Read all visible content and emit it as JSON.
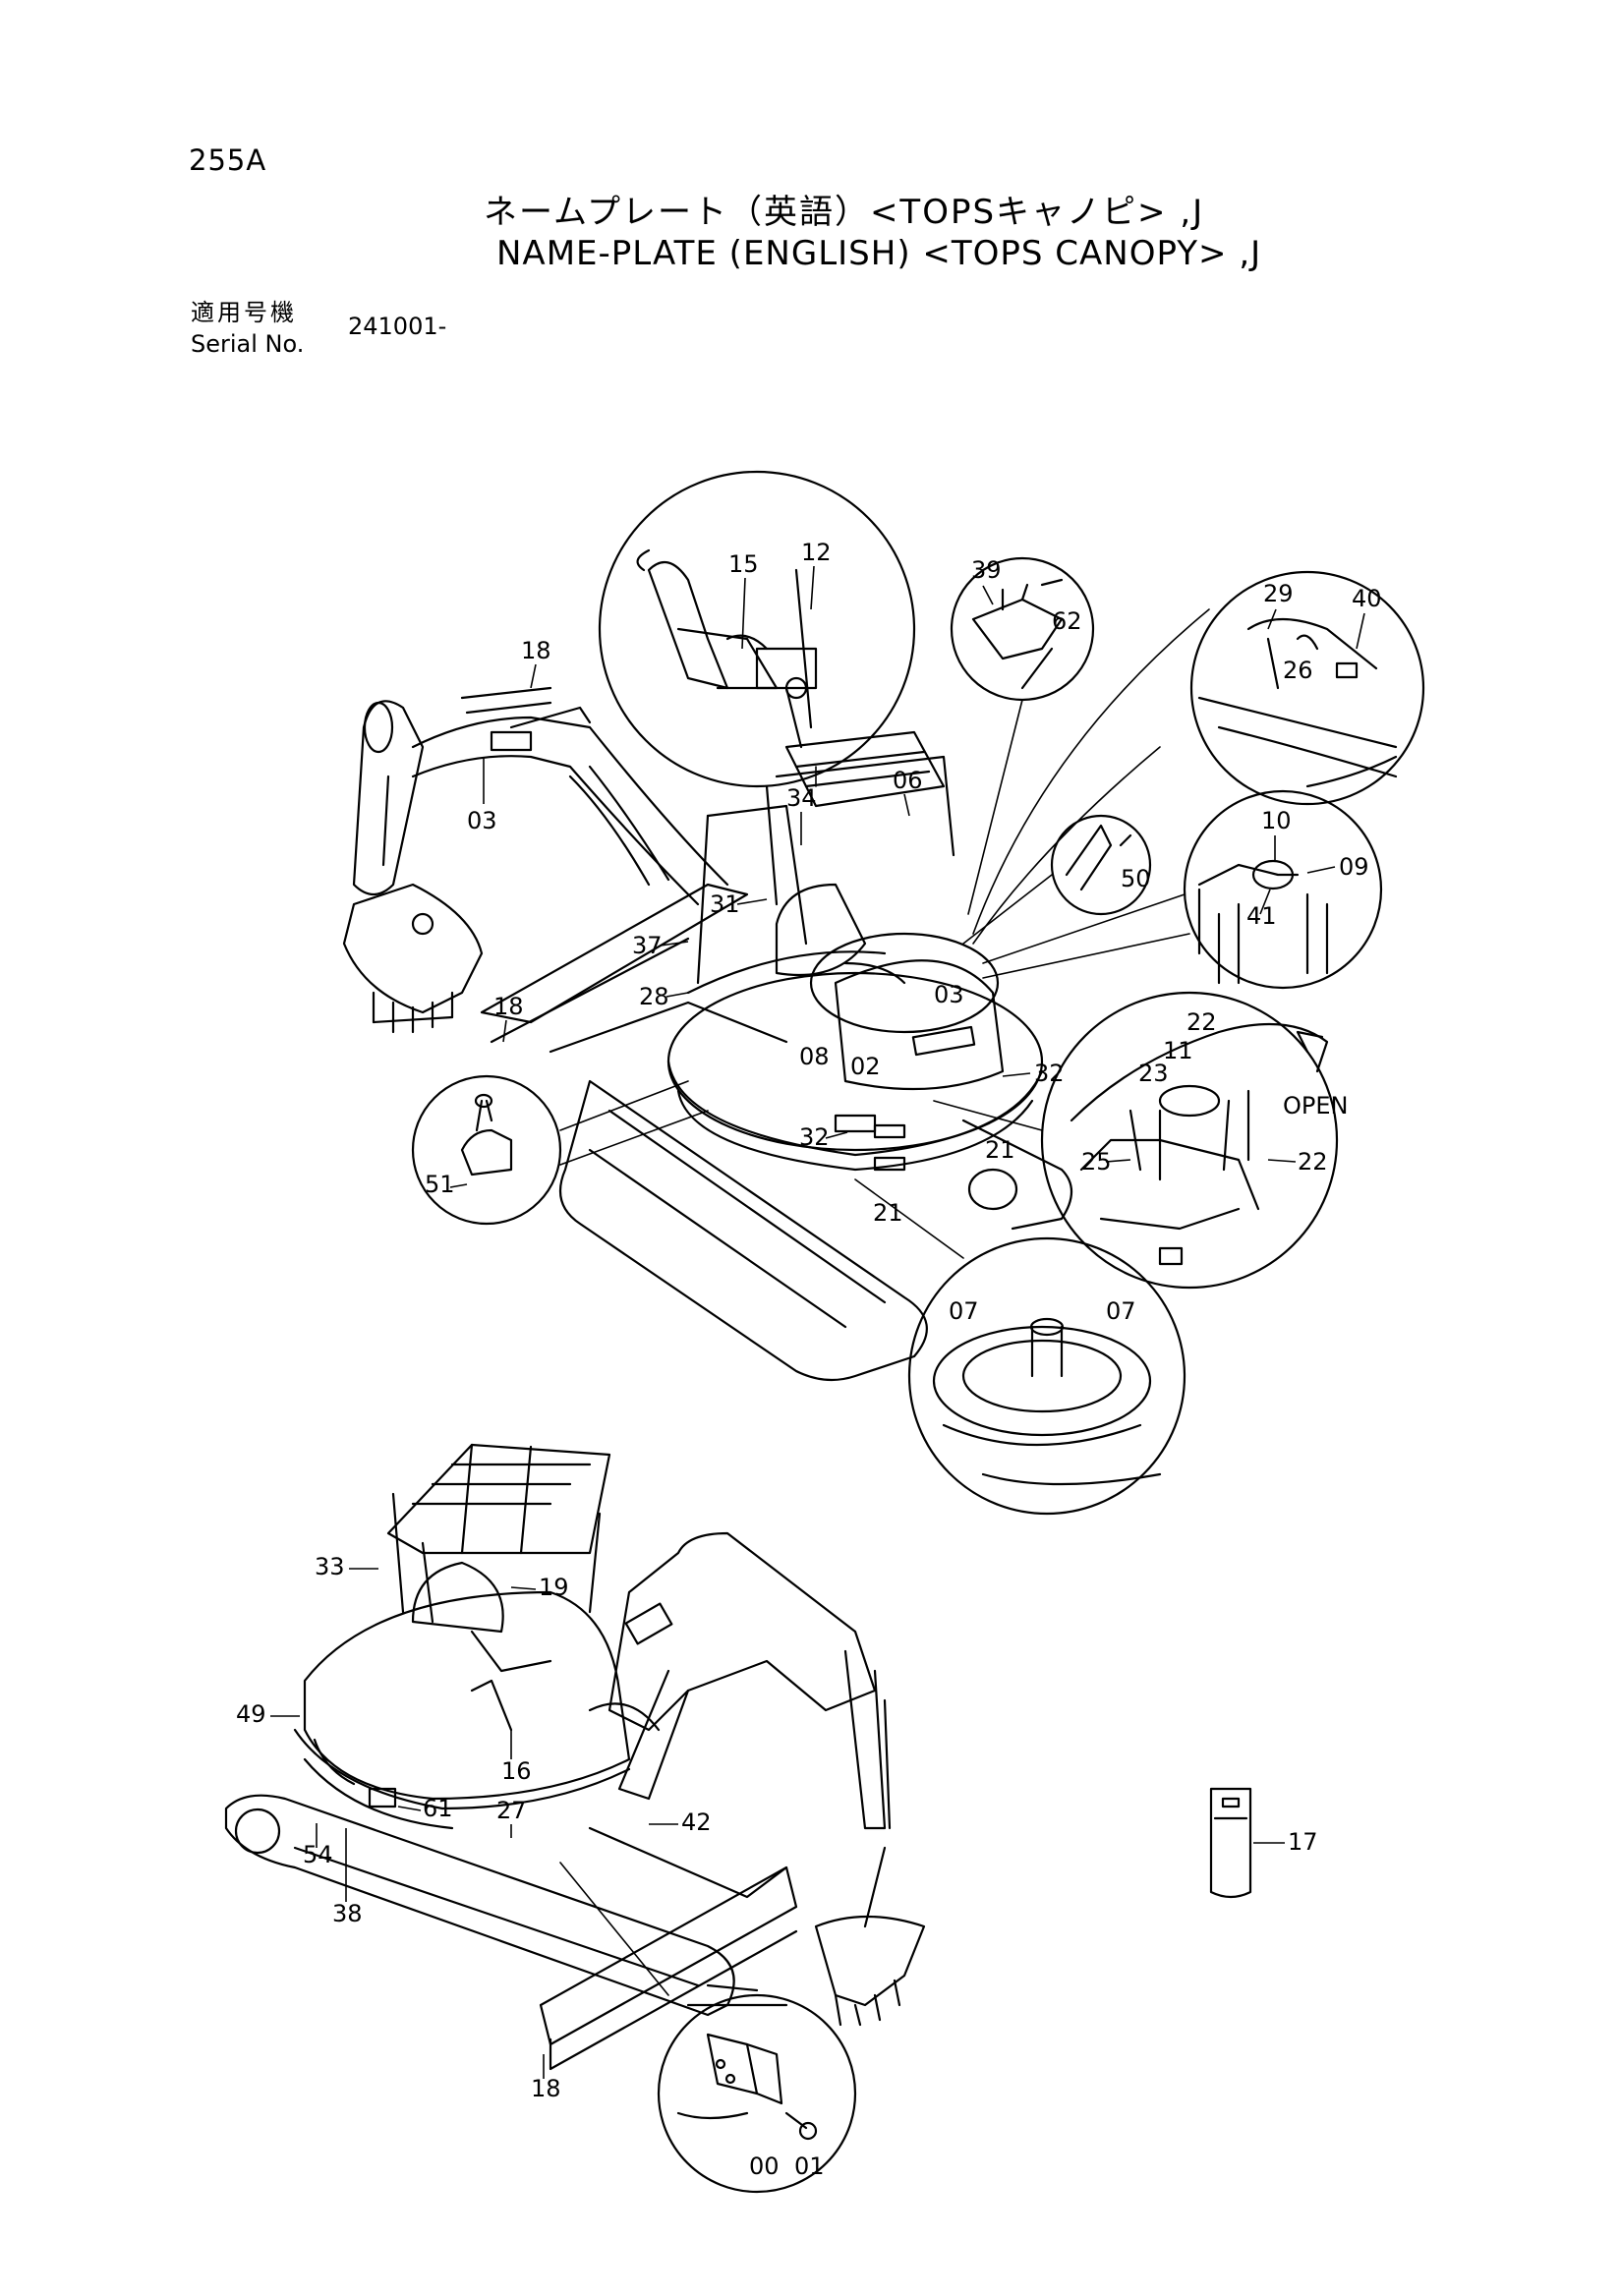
{
  "header": {
    "page_code": "255A",
    "title_jp": "ネームプレート（英語）<TOPSキャノピ> ,J",
    "title_en": "NAME-PLATE (ENGLISH) <TOPS CANOPY> ,J",
    "serial_label_jp": "適用号機",
    "serial_label_en": "Serial No.",
    "serial_value": "241001-"
  },
  "callouts": {
    "c00": "00",
    "c01": "01",
    "c02": "02",
    "c03a": "03",
    "c03b": "03",
    "c06": "06",
    "c07a": "07",
    "c07b": "07",
    "c08": "08",
    "c09": "09",
    "c10": "10",
    "c11": "11",
    "c12": "12",
    "c15": "15",
    "c16": "16",
    "c17": "17",
    "c18a": "18",
    "c18b": "18",
    "c18c": "18",
    "c19": "19",
    "c21a": "21",
    "c21b": "21",
    "c22a": "22",
    "c22b": "22",
    "c23": "23",
    "c25": "25",
    "c26": "26",
    "c27": "27",
    "c28": "28",
    "c29": "29",
    "c31": "31",
    "c32a": "32",
    "c32b": "32",
    "c33": "33",
    "c34": "34",
    "c37": "37",
    "c38": "38",
    "c39": "39",
    "c40": "40",
    "c41": "41",
    "c42": "42",
    "c49": "49",
    "c50": "50",
    "c51": "51",
    "c54": "54",
    "c61": "61",
    "c62": "62",
    "open": "OPEN"
  }
}
